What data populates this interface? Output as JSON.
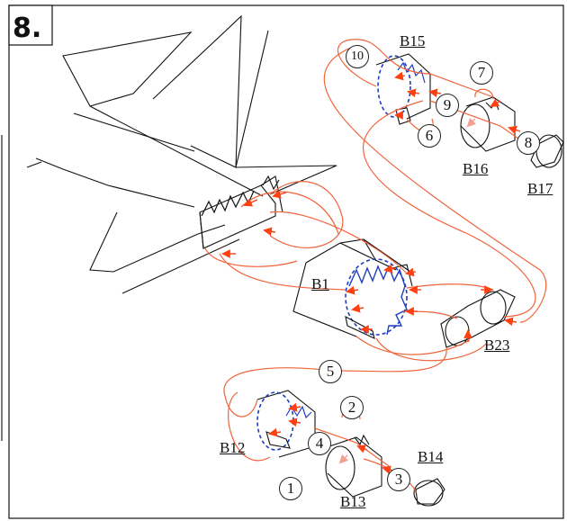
{
  "step_number": "8.",
  "parts": {
    "b1": "B1",
    "b12": "B12",
    "b13": "B13",
    "b14": "B14",
    "b15": "B15",
    "b16": "B16",
    "b17": "B17",
    "b23": "B23"
  },
  "sequence": [
    "1",
    "2",
    "3",
    "4",
    "5",
    "6",
    "7",
    "8",
    "9",
    "10"
  ],
  "colors": {
    "outline": "#111111",
    "path": "#f0643c",
    "arrow": "#ff4010",
    "arrow_faded": "#f4a090",
    "hidden_edge": "#1f3fbf"
  }
}
